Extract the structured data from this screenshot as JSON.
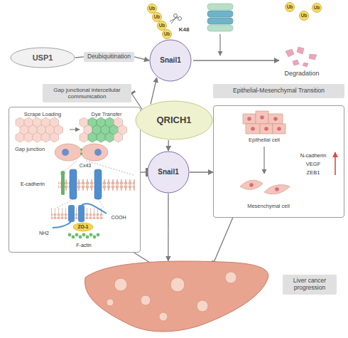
{
  "diagram": {
    "nodes": [
      {
        "text": [
          "USP1"
        ]
      },
      {
        "text": [
          "Deubiquitination"
        ]
      },
      {
        "text": [
          "Snail1"
        ]
      },
      {
        "text": [
          "Gap junctional intercellular communication"
        ]
      },
      {
        "text": [
          "QRICH1"
        ]
      },
      {
        "text": [
          "Epithelial-Mesenchymal Transition"
        ]
      },
      {
        "text": [
          "Snail1"
        ]
      },
      {
        "text": [
          "Liver cancer progression"
        ]
      }
    ],
    "edges": [
      {
        "from": 0,
        "to": 1,
        "arrow": "none"
      },
      {
        "from": 1,
        "to": 2,
        "arrow": "to"
      },
      {
        "from": 4,
        "to": 2,
        "arrow": "to"
      },
      {
        "from": 4,
        "to": 3,
        "arrow": "to"
      },
      {
        "from": 4,
        "to": 6,
        "arrow": "to"
      },
      {
        "from": 3,
        "to": 6,
        "arrow": "to"
      },
      {
        "from": 6,
        "to": 5,
        "arrow": "to"
      },
      {
        "from": 3,
        "to": 7,
        "arrow": "to"
      },
      {
        "from": 6,
        "to": 7,
        "arrow": "to"
      },
      {
        "from": 5,
        "to": 7,
        "arrow": "to"
      }
    ],
    "labels": [
      "Ub",
      "Ub",
      "Ub",
      "Ub",
      "K48",
      "Ub",
      "Ub",
      "Ub",
      "Degradation",
      "Scrape Loading",
      "Dye Transfer",
      "Gap junction",
      "Cx43",
      "E-cadherin",
      "NH2",
      "COOH",
      "ZO-1",
      "F-actin",
      "Epithelial cell",
      "N-cadherin",
      "VEGF",
      "ZEB1",
      "Mesenchymal cell"
    ]
  }
}
